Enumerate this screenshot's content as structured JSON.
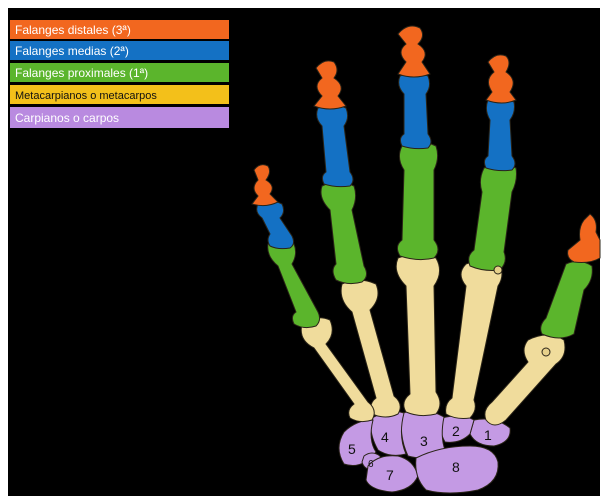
{
  "colors": {
    "background": "#000000",
    "distal": "#f2671f",
    "medial": "#1471c4",
    "proximal": "#5bb52c",
    "metacarpal": "#f0dc9c",
    "carpal": "#c49ae4",
    "metacarpal_legend": "#f3c01a",
    "carpal_legend": "#b98ae0"
  },
  "legend": [
    {
      "key": "distal",
      "label": "Falanges distales (3ª)"
    },
    {
      "key": "medial",
      "label": "Falanges medias (2ª)"
    },
    {
      "key": "proximal",
      "label": "Falanges proximales (1ª)"
    },
    {
      "key": "metacarpal",
      "label": "Metacarpianos o metacarpos"
    },
    {
      "key": "carpal",
      "label": "Carpianos o carpos"
    }
  ],
  "carpal_numbers": [
    "1",
    "2",
    "3",
    "4",
    "5",
    "6",
    "7",
    "8"
  ]
}
